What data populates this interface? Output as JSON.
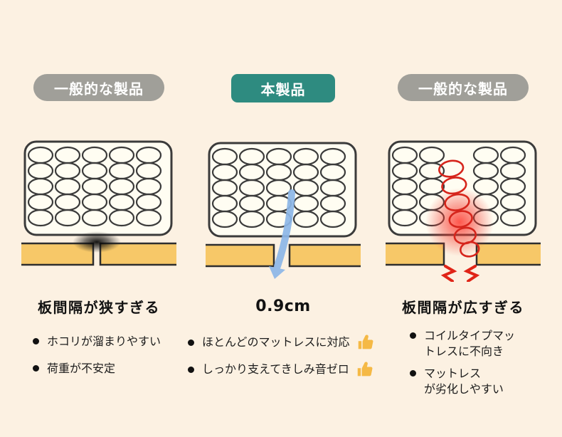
{
  "colors": {
    "background": "#fcf1e2",
    "badge_gray": "#a09f99",
    "badge_teal": "#2e8b80",
    "slat_yellow": "#f7c868",
    "outline_black": "#3b3b3b",
    "arrow_blue": "#8db7e8",
    "alert_red": "#e02417",
    "thumb_yellow": "#f5b945",
    "text": "#161616"
  },
  "columns": [
    {
      "badge": "一般的な製品",
      "headline": "板間隔が狭すぎる",
      "bullets": [
        "ホコリが溜まりやすい",
        "荷重が不安定"
      ]
    },
    {
      "badge": "本製品",
      "headline": "0.9cm",
      "bullets": [
        "ほとんどのマットレスに対応",
        "しっかり支えてきしみ音ゼロ"
      ]
    },
    {
      "badge": "一般的な製品",
      "headline": "板間隔が広すぎる",
      "bullets": [
        "コイルタイプマッ\nトレスに不向き",
        "マットレス\nが劣化しやすい"
      ]
    }
  ]
}
